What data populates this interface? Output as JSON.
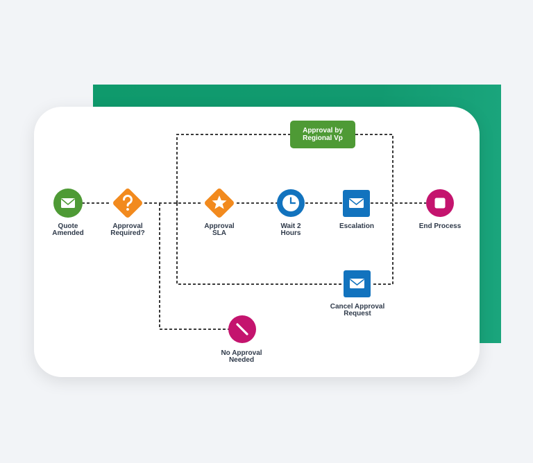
{
  "colors": {
    "green_node": "#4e9a35",
    "orange": "#f28a1e",
    "blue": "#1273be",
    "magenta": "#c4146e",
    "backdrop_green": "#0f9a6c",
    "text": "#2f3a4a",
    "connector": "#3a3a3a"
  },
  "tag": {
    "label": "Approval by\nRegional Vp"
  },
  "nodes": {
    "quote_amended": {
      "label": "Quote\nAmended",
      "icon": "envelope-icon"
    },
    "approval_required": {
      "label": "Approval\nRequired?",
      "icon": "question-icon"
    },
    "approval_sla": {
      "label": "Approval\nSLA",
      "icon": "star-icon"
    },
    "wait": {
      "label": "Wait 2\nHours",
      "icon": "clock-icon"
    },
    "escalation": {
      "label": "Escalation",
      "icon": "envelope-icon"
    },
    "end_process": {
      "label": "End Process",
      "icon": "stop-icon"
    },
    "cancel_request": {
      "label": "Cancel Approval\nRequest",
      "icon": "envelope-icon"
    },
    "no_approval": {
      "label": "No Approval\nNeeded",
      "icon": "slash-icon"
    }
  }
}
